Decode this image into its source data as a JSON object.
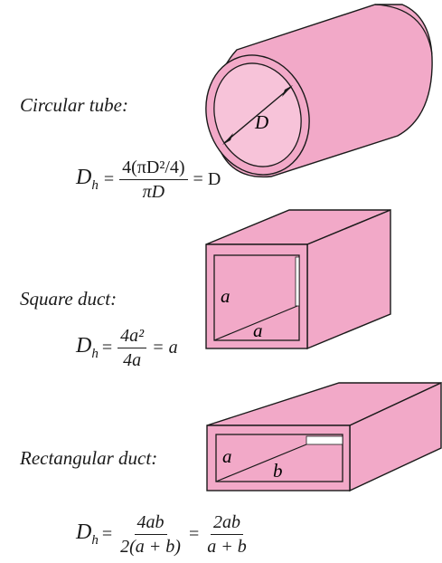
{
  "circular": {
    "label": "Circular tube:",
    "dim": "D",
    "eq_lhs": "D",
    "eq_lhs_sub": "h",
    "eq_num": "4(πD²/4)",
    "eq_den": "πD",
    "eq_rhs": "= D"
  },
  "square": {
    "label": "Square duct:",
    "dim_side": "a",
    "dim_bottom": "a",
    "eq_lhs": "D",
    "eq_lhs_sub": "h",
    "eq_num": "4a²",
    "eq_den": "4a",
    "eq_rhs": "= a"
  },
  "rect": {
    "label": "Rectangular duct:",
    "dim_a": "a",
    "dim_b": "b",
    "eq_lhs": "D",
    "eq_lhs_sub": "h",
    "eq_num1": "4ab",
    "eq_den1": "2(a + b)",
    "eq_mid": "=",
    "eq_num2": "2ab",
    "eq_den2": "a + b"
  },
  "colors": {
    "fill": "#f2a9c8",
    "inner": "#f7c3d9",
    "stroke": "#1a1a1a"
  }
}
